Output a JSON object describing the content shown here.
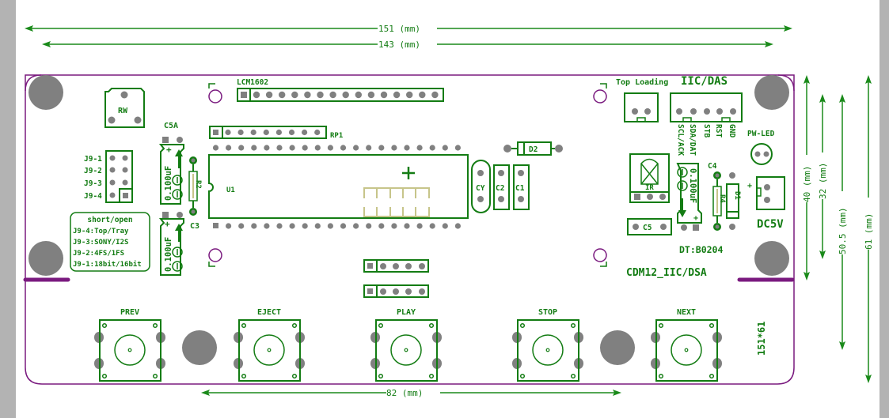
{
  "dimensions": {
    "width_outer": "151 (mm)",
    "width_inner": "143 (mm)",
    "button_span": "82 (mm)",
    "height_40": "40 (mm)",
    "height_32": "32 (mm)",
    "height_50_5": "50.5 (mm)",
    "height_61": "61 (mm)"
  },
  "components": {
    "lcm": "LCM1602",
    "rp1": "RP1",
    "rw": "RW",
    "c5a": "C5A",
    "c3": "C3",
    "r2": "R2",
    "u1": "U1",
    "cy": "CY",
    "c2": "C2",
    "c1": "C1",
    "d2": "D2",
    "ir": "IR",
    "c4": "C4",
    "r4": "R4",
    "d1": "D1",
    "c5": "C5",
    "cap_value": "0.100uF",
    "plus": "+",
    "dc5v": "DC5V",
    "pw_led": "PW-LED",
    "top_loading": "Top Loading",
    "iic_das": "IIC/DAS"
  },
  "iic_pins": [
    "SCL/ACK",
    "SDA/DAT",
    "STB",
    "RST",
    "GND"
  ],
  "jumpers": [
    "J9-1",
    "J9-2",
    "J9-3",
    "J9-4"
  ],
  "jumper_notes": {
    "title": "short/open",
    "lines": [
      "J9-4:Top/Tray",
      "J9-3:SONY/I2S",
      "J9-2:4FS/1FS",
      "J9-1:18bit/16bit"
    ]
  },
  "buttons": [
    "PREV",
    "EJECT",
    "PLAY",
    "STOP",
    "NEXT"
  ],
  "board": {
    "date_code": "DT:B0204",
    "name": "CDM12_IIC/DSA",
    "size": "151*61"
  },
  "colors": {
    "silkscreen": "#137c13",
    "outline": "#7a1a7f",
    "pad": "#808080"
  }
}
